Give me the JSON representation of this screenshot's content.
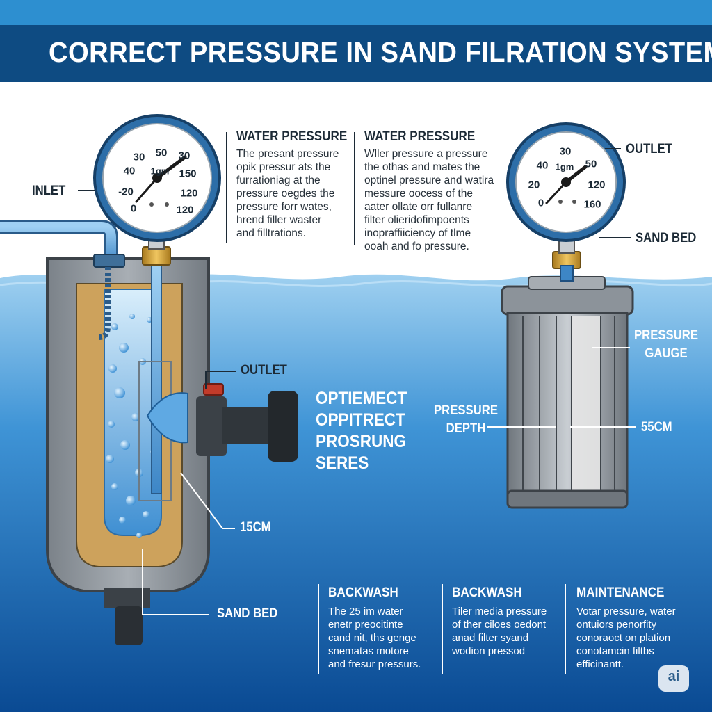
{
  "title": "CORRECT PRESSURE IN SAND FILRATION SYSTEMS",
  "colors": {
    "banner": "#0e4b82",
    "banner_top": "#2d8fd0",
    "water_light": "#7fc0ec",
    "water_deep": "#0b4f9a",
    "sand": "#cda25c",
    "tank_gray": "#8a9199"
  },
  "text_blocks": [
    {
      "heading": "WATER PRESSURE",
      "body": "The presant pressure\nopik pressur ats the\nfurrationiag at the\npressure oegdes the\npressure forr wates,\nhrend filler waster\nand filltrations."
    },
    {
      "heading": "WATER PRESSURE",
      "body": "Wller pressure a pressure\nthe othas and mates the\noptinel pressure and watira\nmessure oocess of the\naater ollate orr fullanre\nfilter olieridofimpoents\ninopraffiiciency of tlme\nooah and fo pressure."
    }
  ],
  "left_gauge": {
    "dial": [
      "30",
      "50",
      "30",
      "40",
      "1gm",
      "150",
      "-20",
      "120",
      "0",
      "120"
    ]
  },
  "right_gauge": {
    "dial": [
      "30",
      "40",
      "1gm",
      "50",
      "20",
      "120",
      "0",
      "160"
    ]
  },
  "labels": {
    "inlet": "INLET",
    "outlet_left": "OUTLET",
    "depth_15": "15CM",
    "sand_bed_left": "SAND BED",
    "outlet_right": "OUTLET",
    "sand_bed_right": "SAND BED",
    "pressure_gauge": "PRESSURE\nGAUGE",
    "pressure_depth": "PRESSURE\nDEPTH",
    "depth_55": "55CM"
  },
  "callout": "OPTIEMECT\nOPPITRECT\nPROSRUNG\nSERES",
  "bottom_blocks": [
    {
      "heading": "BACKWASH",
      "body": "The 25 im water\nenetr preocitinte\ncand nit, ths genge\nsnematas motore\nand fresur pressurs."
    },
    {
      "heading": "BACKWASH",
      "body": "Tiler media pressure\nof ther ciloes oedont\nanad filter syand\nwodion pressod"
    },
    {
      "heading": "MAINTENANCE",
      "body": "Votar pressure, water\nontuiors penorfity\nconoraoct on plation\nconotamcin filtbs\nefficinantt."
    }
  ],
  "badge": "ai"
}
